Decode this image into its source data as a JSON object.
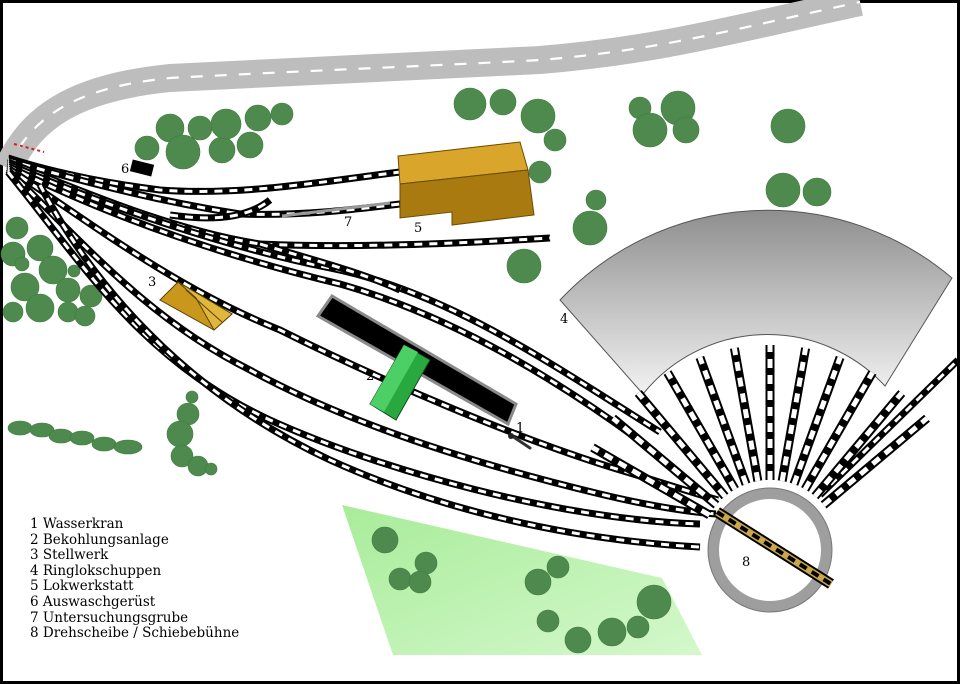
{
  "numbers": {
    "wasserkran": "1",
    "bekohlungsanlage": "2",
    "stellwerk": "3",
    "ringlokschuppen": "4",
    "lokwerkstatt": "5",
    "auswaschgeruest": "6",
    "untersuchungsgrube": "7",
    "drehscheibe": "8"
  },
  "legend": [
    {
      "num": "1",
      "text": "Wasserkran"
    },
    {
      "num": "2",
      "text": "Bekohlungsanlage"
    },
    {
      "num": "3",
      "text": "Stellwerk"
    },
    {
      "num": "4",
      "text": "Ringlokschuppen"
    },
    {
      "num": "5",
      "text": "Lokwerkstatt"
    },
    {
      "num": "6",
      "text": "Auswaschgerüst"
    },
    {
      "num": "7",
      "text": "Untersuchungsgrube"
    },
    {
      "num": "8",
      "text": "Drehscheibe / Schiebebühne"
    }
  ],
  "legend_lines": [
    "1 Wasserkran",
    "2 Bekohlungsanlage",
    "3 Stellwerk",
    "4 Ringlokschuppen",
    "5 Lokwerkstatt",
    "6 Auswaschgerüst",
    "7 Untersuchungsgrube",
    "8 Drehscheibe / Schiebebühne"
  ],
  "colors": {
    "track_bed": "#000000",
    "sleeper": "#ffffff",
    "road": "#bdbdbd",
    "tree": "#4e8a4e",
    "meadow": "#b2f0a6",
    "building_orange": "#c9971c",
    "coaling_green": "#3fbf55",
    "shed_gray": "#9a9a9a"
  }
}
